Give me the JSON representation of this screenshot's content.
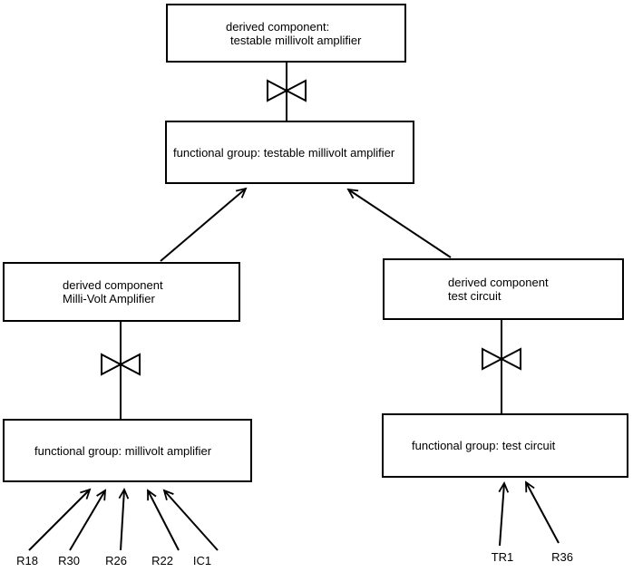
{
  "diagram": {
    "background_color": "#ffffff",
    "line_color": "#000000",
    "nodes": {
      "derived_testable": {
        "line1": "derived component:",
        "line2": "testable millivolt amplifier"
      },
      "fg_testable": {
        "label": "functional group: testable millivolt amplifier"
      },
      "derived_millivolt": {
        "line1": "derived component",
        "line2": "Milli-Volt Amplifier"
      },
      "fg_millivolt": {
        "label": "functional group: millivolt amplifier"
      },
      "derived_test": {
        "line1": "derived component",
        "line2": "test circuit"
      },
      "fg_test": {
        "label": "functional group: test circuit"
      }
    },
    "components": {
      "millivolt": [
        {
          "label": "R18"
        },
        {
          "label": "R30"
        },
        {
          "label": "R26"
        },
        {
          "label": "R22"
        },
        {
          "label": "IC1"
        }
      ],
      "test": [
        {
          "label": "TR1"
        },
        {
          "label": "R36"
        }
      ]
    },
    "symbols": {
      "bowtie": "composition-bowtie-symbol"
    }
  }
}
